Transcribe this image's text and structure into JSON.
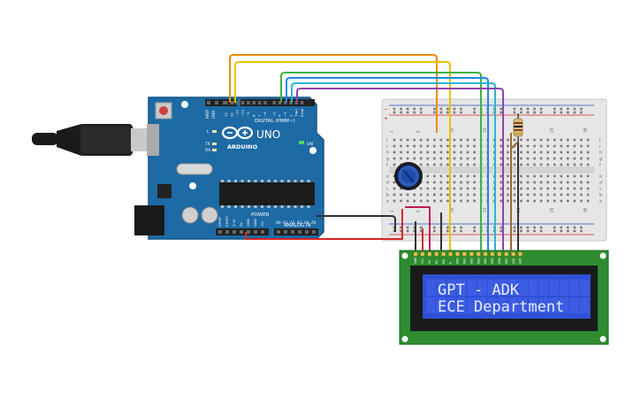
{
  "arduino": {
    "brand": "ARDUINO",
    "model": "UNO",
    "digital_label": "DIGITAL (PWM~)",
    "analog_label": "ANALOG IN",
    "power_label": "POWER",
    "on_label": "ON",
    "tx_label": "TX",
    "rx_label": "RX",
    "l_label": "L",
    "aref_label": "AREF",
    "gnd_label": "GND",
    "digital_pins": [
      "13",
      "12",
      "~11",
      "~10",
      "~9",
      "8",
      "7",
      "~6",
      "~5",
      "4",
      "~3",
      "2",
      "TX▸1",
      "RX◂0"
    ],
    "power_pins": [
      "IOREF",
      "RESET",
      "3.3V",
      "5V",
      "GND",
      "GND",
      "Vin"
    ],
    "analog_pins": [
      "A0",
      "A1",
      "A2",
      "A3",
      "A4",
      "A5"
    ]
  },
  "breadboard": {
    "column_numbers": [
      "1",
      "5",
      "10",
      "15",
      "20",
      "25",
      "30"
    ],
    "row_letters_top": [
      "j",
      "i",
      "h",
      "g",
      "f"
    ],
    "row_letters_bottom": [
      "e",
      "d",
      "c",
      "b",
      "a"
    ]
  },
  "lcd": {
    "line1": "GPT - ADK",
    "line2": "ECE Department",
    "pin_labels": [
      "GND",
      "VCC",
      "V0",
      "RS",
      "RW",
      "E",
      "DB0",
      "DB1",
      "DB2",
      "DB3",
      "DB4",
      "DB5",
      "DB6",
      "DB7",
      "LED",
      "LED"
    ]
  },
  "colors": {
    "pcb": "#1d6aa5",
    "lcd_screen": "#2f4fd6",
    "lcd_board": "#2e8b2e",
    "wire_orange": "#f08a00",
    "wire_yellow": "#e8c400",
    "wire_green": "#3fb23f",
    "wire_blue": "#1e88e5",
    "wire_cyan": "#29b6d6",
    "wire_purple": "#8e44ad",
    "wire_red": "#d62828",
    "wire_black": "#333333",
    "wire_magenta": "#c2185b",
    "wire_brown": "#9b6a3a"
  }
}
